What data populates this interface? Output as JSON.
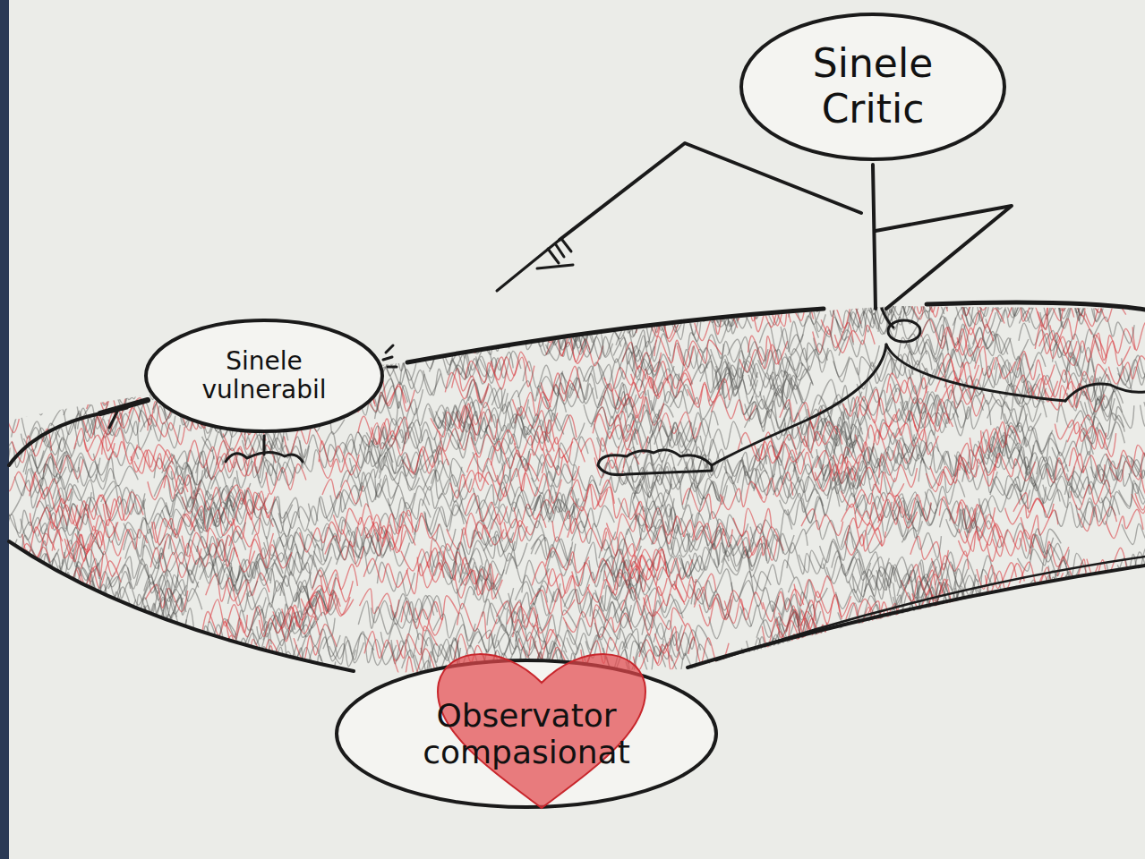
{
  "diagram": {
    "nodes": [
      {
        "text": [
          "Sinele Critic"
        ]
      },
      {
        "text": [
          "Sinele vulnerabil"
        ]
      },
      {
        "text": [
          "Observator compasionat"
        ]
      }
    ]
  }
}
